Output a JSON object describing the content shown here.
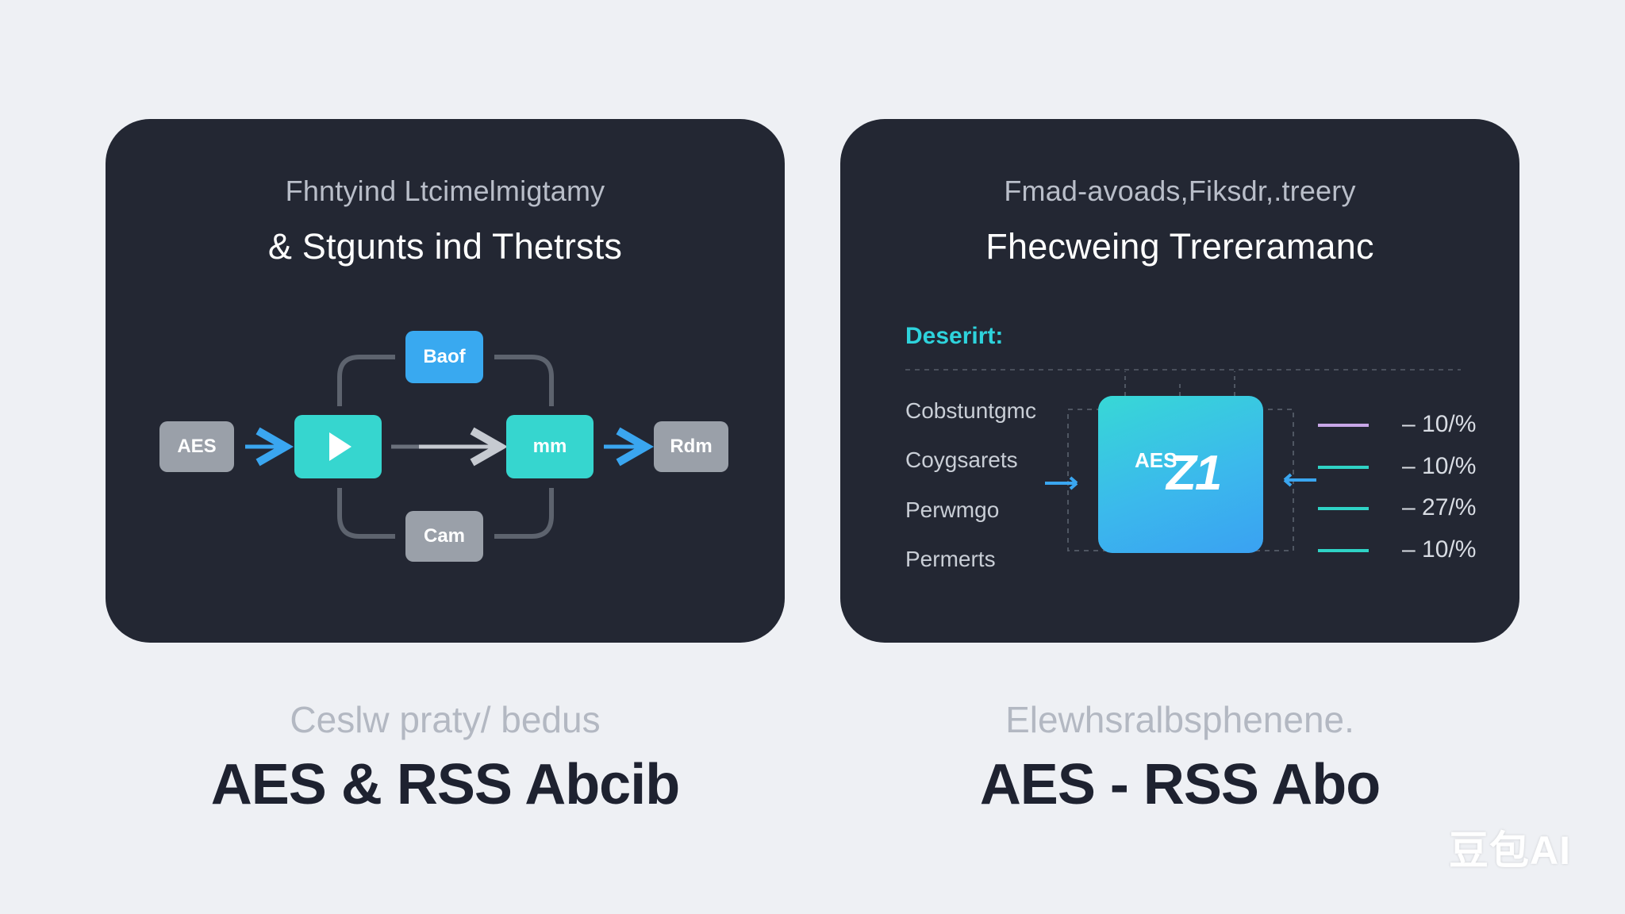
{
  "left_card": {
    "subtitle": "Fhntyind Ltcimelmigtamy",
    "title": "& Stgunts ind Thetrsts",
    "nodes": {
      "input": "AES",
      "top": "Baof",
      "middle": "mm",
      "bottom": "Cam",
      "output": "Rdm"
    },
    "caption": "Ceslw praty/ bedus",
    "heading": "AES & RSS Abcib"
  },
  "right_card": {
    "subtitle": "Fmad-avoads,Fiksdr,.treery",
    "title": "Fhecweing Trereramanc",
    "section_label": "Deserirt:",
    "params": [
      "Cobstuntgmc",
      "Coygsarets",
      "Perwmgo",
      "Permerts"
    ],
    "chip": {
      "small": "AES",
      "big": "Z1"
    },
    "percents": [
      "– 10/%",
      "– 10/%",
      "– 27/%",
      "– 10/%"
    ],
    "line_colors": [
      "#c8a7e8",
      "#2fd3c6",
      "#2fd3c6",
      "#2fd3c6"
    ],
    "caption": "Elewhsralbsphenene.",
    "heading": "AES - RSS Abo"
  },
  "watermark": "豆包AI",
  "colors": {
    "background": "#eef0f4",
    "card": "#232733",
    "teal": "#36d6cf",
    "blue": "#39a9f0",
    "gray_node": "#9aa0a9"
  }
}
